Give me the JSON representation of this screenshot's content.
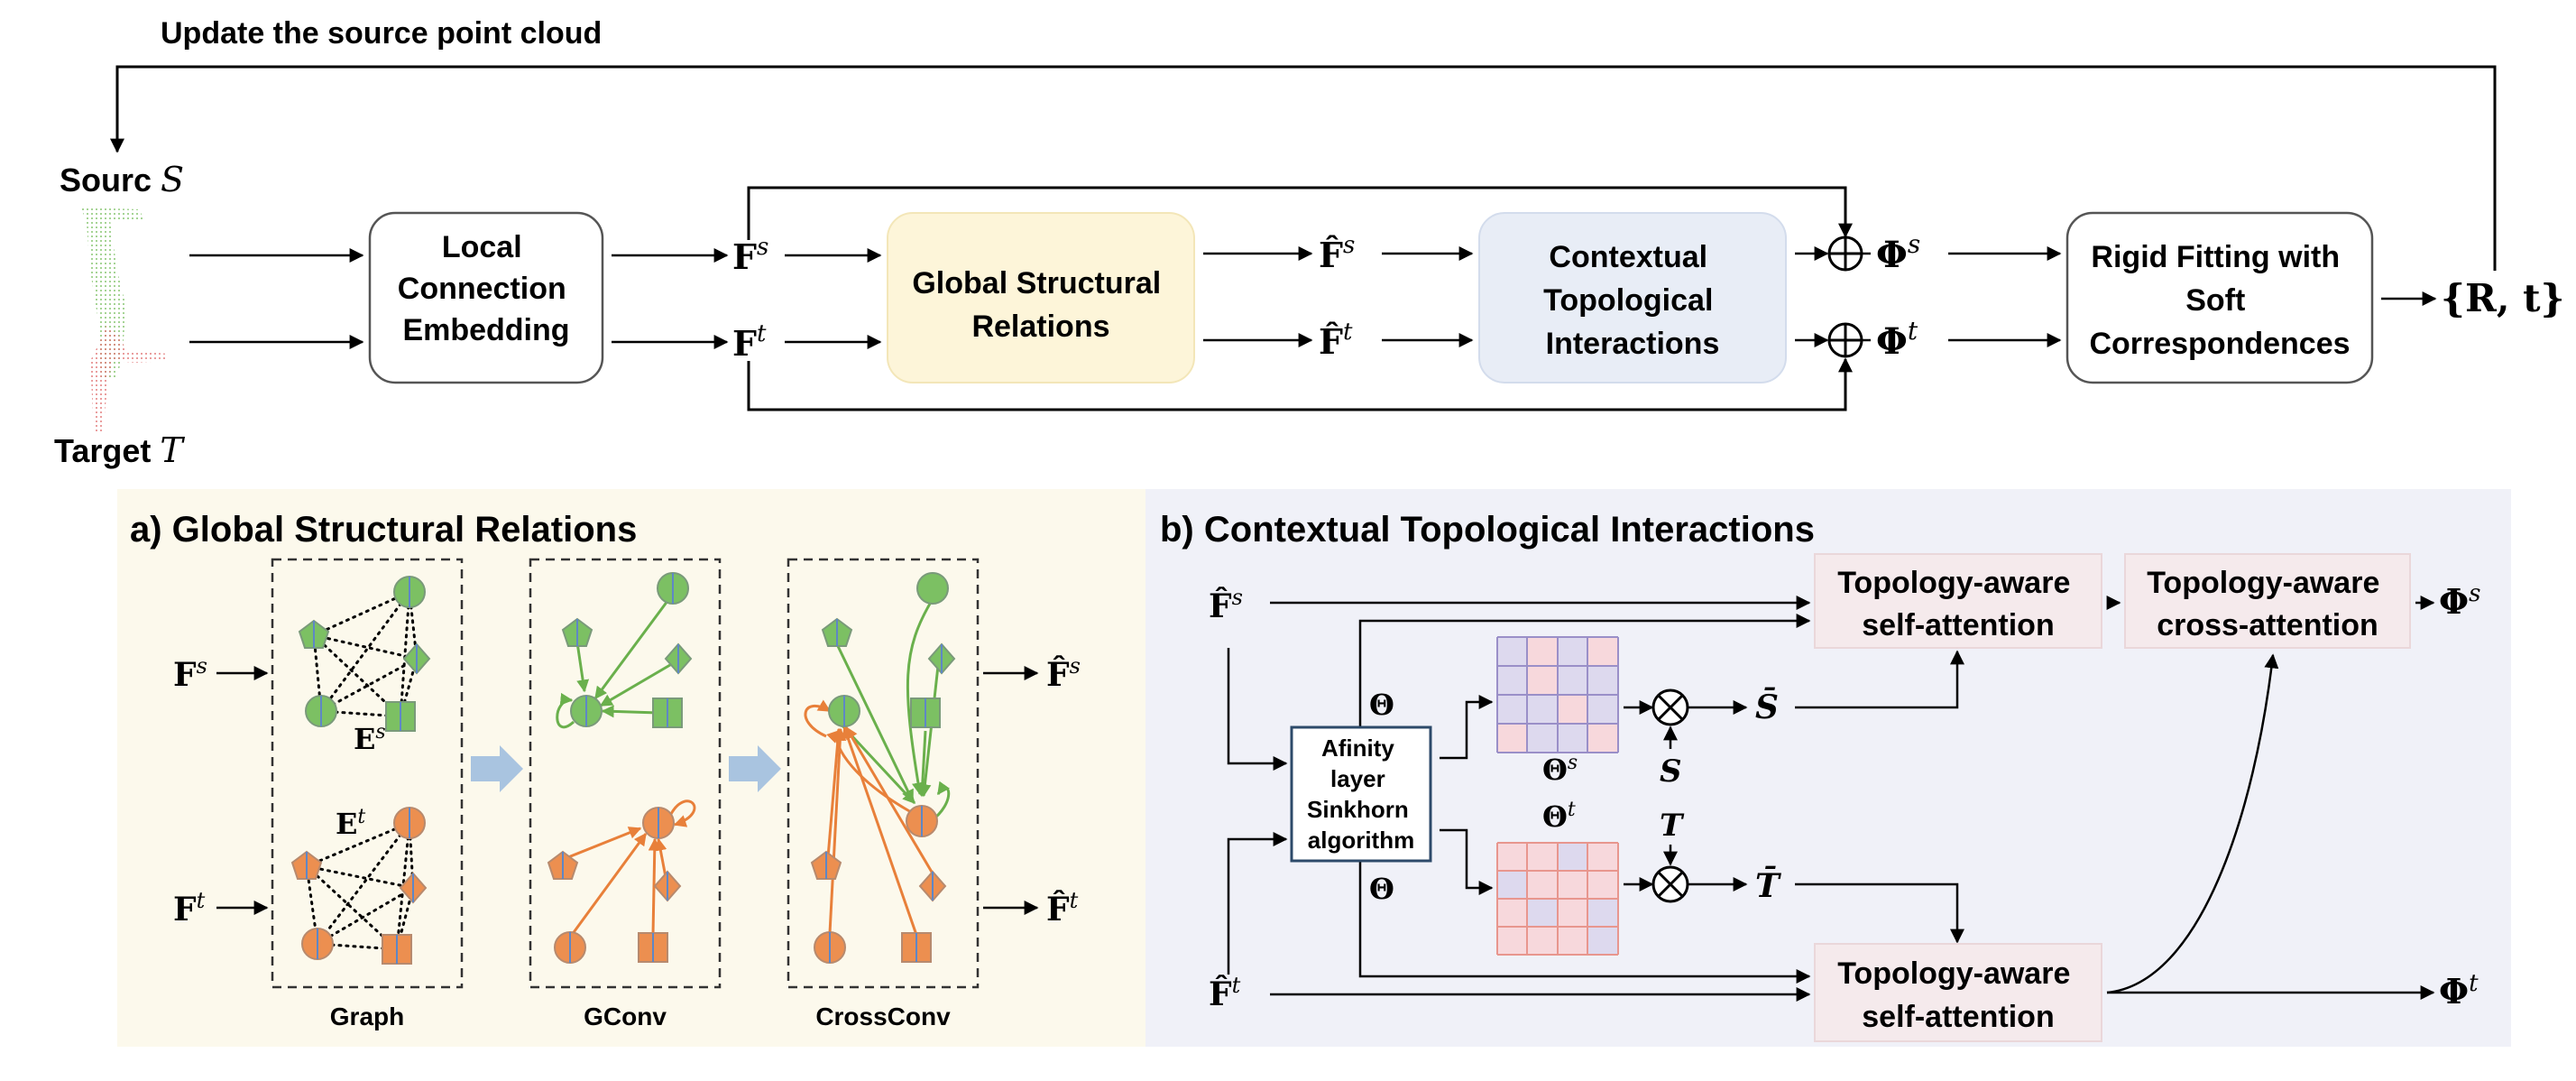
{
  "top": {
    "update_label": "Update the source point cloud",
    "source_label": "Sourc",
    "source_sym": "S",
    "target_label": "Target",
    "target_sym": "T",
    "lce_lines": [
      "Local",
      "Connection",
      "Embedding"
    ],
    "gsr_lines": [
      "Global Structural",
      "Relations"
    ],
    "cti_lines": [
      "Contextual",
      "Topological",
      "Interactions"
    ],
    "rigid_lines": [
      "Rigid Fitting with",
      "Soft",
      "Correspondences"
    ],
    "F": "F",
    "F_hat": "F̂",
    "Phi": "Φ",
    "sup_s": "s",
    "sup_t": "t",
    "output": "{R, t}"
  },
  "panel_a": {
    "title": "a) Global Structural Relations",
    "E": "E",
    "graph_label": "Graph",
    "gconv_label": "GConv",
    "crossconv_label": "CrossConv"
  },
  "panel_b": {
    "title": "b) Contextual Topological Interactions",
    "affinity_lines": [
      "Afinity",
      "layer",
      "Sinkhorn",
      "algorithm"
    ],
    "theta": "Θ",
    "self_attn_lines": [
      "Topology-aware",
      "self-attention"
    ],
    "cross_attn_lines": [
      "Topology-aware",
      "cross-attention"
    ],
    "S_bar": "S̄",
    "T_bar": "T̄",
    "S": "S",
    "T": "T"
  },
  "colors": {
    "panel_a_bg": "#fcf9ec",
    "panel_b_bg": "#f0f1f8",
    "gsr_fill": "#fdf5d9",
    "cti_fill": "#e8edf6",
    "attn_fill": "#f5eaec",
    "green_node": "#7cc063",
    "orange_node": "#ec8f50",
    "green_edge": "#6ab04c",
    "orange_edge": "#e8803a",
    "blue_arrow": "#a9c4e0",
    "affinity_border": "#2d4a6a"
  }
}
